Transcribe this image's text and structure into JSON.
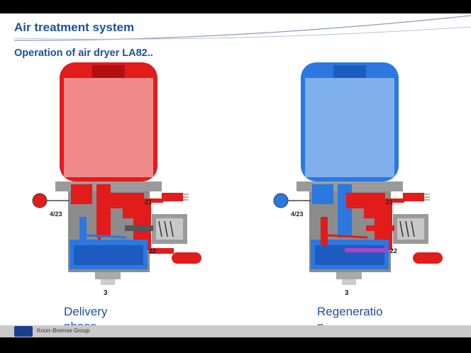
{
  "header": {
    "title": "Air treatment system",
    "subtitle": "Operation of air dryer LA82.."
  },
  "diagrams": [
    {
      "caption": "Delivery phase",
      "port_labels": {
        "p423": "4/23",
        "p21": "21",
        "p22": "22",
        "p3": "3"
      },
      "main_color": "#e21b1b",
      "filter_color": "#f08080"
    },
    {
      "caption": "Regeneration",
      "port_labels": {
        "p423": "4/23",
        "p21": "21",
        "p22": "22",
        "p3": "3"
      },
      "main_color": "#2a78e0",
      "filter_color": "#6fa6e8"
    }
  ],
  "footer": {
    "company": "Knorr-Bremse Group"
  }
}
